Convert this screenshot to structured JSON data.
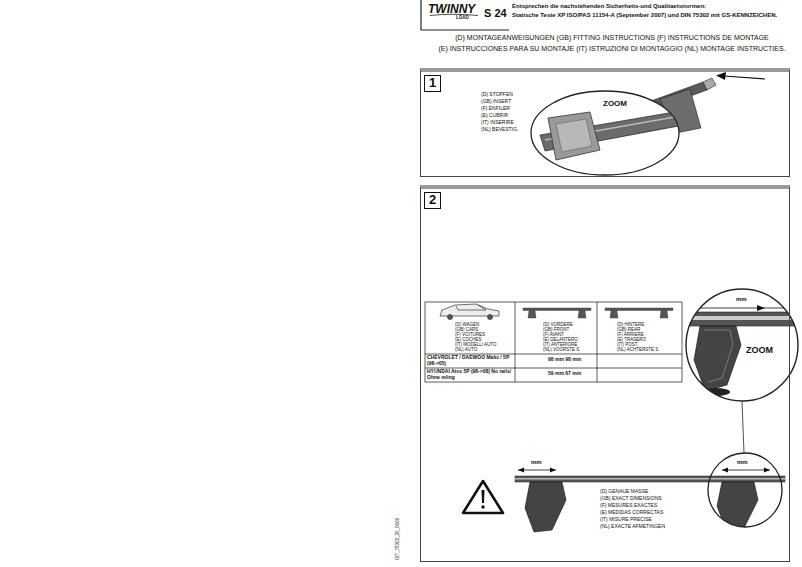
{
  "diagram": {
    "nodes": [
      {
        "text": [
          "1"
        ]
      },
      {
        "text": [
          "2"
        ]
      }
    ],
    "labels": [
      "TWINNY",
      "LOAD",
      "S 24",
      "Entsprechen die nachstehenden Sicherheits-und Qualitaetsnormen:",
      "Statische Teste XP ISO/PAS 11154-A (September 2007) und DIN 75302 mit GS-KENNZEICHEN.",
      "(D) MONTAGEANWEISUNGEN (GB) FITTING INSTRUCTIONS (F) INSTRUCTIONS DE MONTAGE",
      "(E) INSTRUCCIONES PARA SU MONTAJE (IT) ISTRUZIONI DI MONTAGGIO (NL) MONTAGE INSTRUCTIES.",
      "(D) STOPFEN",
      "(GB) INSERT",
      "(F) ENFILER",
      "(E) CUBRIR",
      "(IT) INSERIRE",
      "(NL) BEVESTIG.",
      "ZOOM",
      "(D) WAGEN",
      "(GB) CARS",
      "(F) VOITURES",
      "(E) COCHES",
      "(IT) MODELLI AUTO",
      "(NL) AUTO",
      "(D) VORDERE",
      "(GB) FRONT",
      "(F) AVANT",
      "(E) DELANTERO",
      "(IT) ANTERIORE",
      "(NL) VOORSTE S",
      "(D) HINTERE",
      "(GB) REAR",
      "(F) ARRIERE",
      "(E) TRASERO",
      "(IT) POST.",
      "(NL) ACHTERSTE S",
      "CHEVROLET / DAEWOO Matiz / 5P (98->05)",
      "98 mm 98 mm",
      "HYUNDAI Atos 5P (98->08) No rails/ Ohne reling",
      "59 mm 67 mm",
      "mm",
      "ZOOM",
      "mm",
      "mm",
      "(D) GENAUE MASSE",
      "(GB) EXACT DIMENSIONS",
      "(F) MESURES EXACTES",
      "(E) MEDIDAS CORRECTAS",
      "(IT) MISURE PRECISE",
      "(NL) EXACTE AFMETINGEN",
      "IST_75302_20_0609"
    ]
  }
}
